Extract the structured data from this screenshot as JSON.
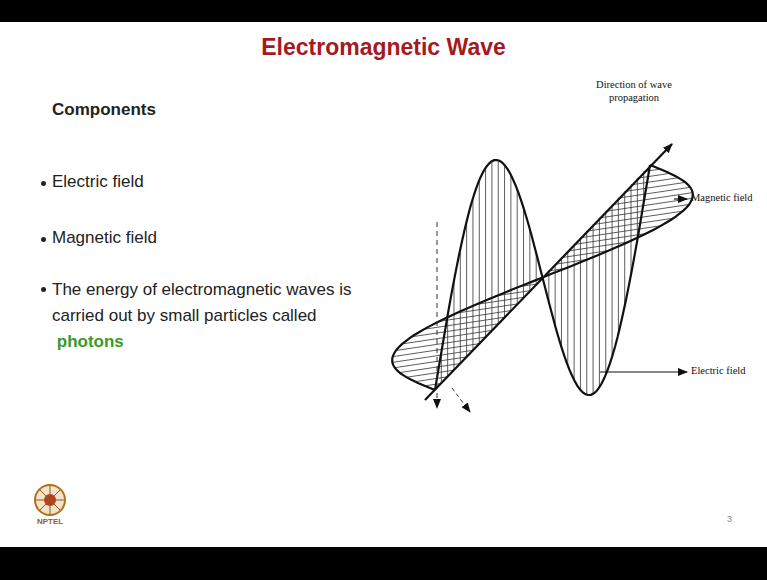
{
  "diagram": {
    "title": "Electromagnetic Wave",
    "labels": [
      "Components",
      "Electric field",
      "Magnetic field",
      "The energy of electromagnetic waves is carried out by small particles called",
      "photons",
      "Direction of wave propagation",
      "Magnetic field",
      "Electric field",
      "NPTEL",
      "3"
    ]
  }
}
